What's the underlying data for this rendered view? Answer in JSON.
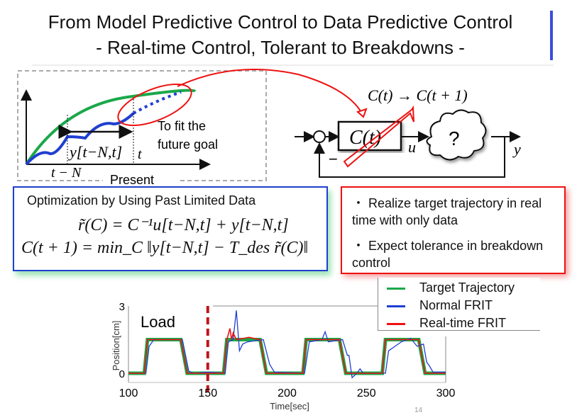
{
  "slide": {
    "title_line1": "From Model Predictive Control  to Data Predictive Control",
    "title_line2": "- Real-time Control, Tolerant to Breakdowns -",
    "page_number": "14"
  },
  "left_diagram": {
    "window_label": "y[t−N,t]",
    "t_minus_n": "t − N",
    "t": "t",
    "present": "Present",
    "callout_line1": "To fit the",
    "callout_line2": "future goal"
  },
  "control_diagram": {
    "update_label": "C(t) → C(t + 1)",
    "controller": "C(t)",
    "input_label": "u",
    "plant": "?",
    "output_label": "y",
    "minus": "−"
  },
  "optimization": {
    "heading": "Optimization by Using Past Limited Data",
    "eq1": "r̃(C) = C⁻¹u[t−N,t] + y[t−N,t]",
    "eq2": "C(t + 1) = min_C ‖y[t−N,t] − T_des r̃(C)‖"
  },
  "benefits": {
    "item1": "・ Realize target trajectory in real time with only data",
    "item2": "・ Expect tolerance in breakdown control"
  },
  "colors": {
    "target": "#1aa84a",
    "normal": "#1f3fd0",
    "realtime": "#ee1111",
    "load": "#c0141a"
  },
  "chart_data": {
    "type": "line",
    "xlabel": "Time[sec]",
    "ylabel": "Position[cm]",
    "xlim": [
      100,
      300
    ],
    "ylim": [
      -0.3,
      3
    ],
    "xticks": [
      "100",
      "150",
      "200",
      "250",
      "300"
    ],
    "yticks": [
      "0",
      "3"
    ],
    "annotation": "Load",
    "load_time": 150,
    "legend": [
      "Target Trajectory",
      "Normal FRIT",
      "Real-time FRIT"
    ],
    "legend_position": "top-right",
    "series": [
      {
        "name": "Target Trajectory",
        "x": [
          100,
          110,
          112,
          133,
          137,
          160,
          162,
          183,
          187,
          210,
          212,
          233,
          237,
          260,
          262,
          283,
          287,
          300
        ],
        "y": [
          0,
          0,
          1.5,
          1.5,
          0,
          0,
          1.5,
          1.5,
          0,
          0,
          1.5,
          1.5,
          0,
          0,
          1.5,
          1.5,
          0,
          0
        ]
      },
      {
        "name": "Normal FRIT",
        "x": [
          100,
          111,
          113,
          116,
          134,
          138,
          141,
          150,
          161,
          163,
          166,
          168,
          170,
          172,
          175,
          185,
          189,
          192,
          211,
          214,
          222,
          224,
          226,
          235,
          238,
          239,
          241,
          244,
          246,
          248,
          260,
          262,
          264,
          268,
          272,
          278,
          282,
          286,
          288,
          290,
          292,
          300
        ],
        "y": [
          0,
          0,
          1.2,
          1.5,
          1.5,
          0.1,
          0,
          0.05,
          0,
          1.4,
          1.5,
          2.8,
          1.0,
          1.3,
          1.4,
          1.5,
          0.4,
          0.05,
          0,
          1.4,
          1.5,
          1.85,
          1.4,
          1.5,
          0.8,
          0.8,
          -0.2,
          0,
          0.2,
          0.0,
          0,
          0,
          1.0,
          1.2,
          1.4,
          1.55,
          1.2,
          1.3,
          0.5,
          0.3,
          0.05,
          0.05
        ]
      },
      {
        "name": "Real-time FRIT",
        "x": [
          100,
          110,
          112,
          133,
          137,
          160,
          162,
          164,
          165,
          166,
          168,
          176,
          183,
          187,
          210,
          212,
          233,
          237,
          260,
          262,
          283,
          287,
          300
        ],
        "y": [
          0,
          0,
          1.5,
          1.5,
          0,
          0,
          1.5,
          2.0,
          1.5,
          1.8,
          1.5,
          1.6,
          1.5,
          0,
          0,
          1.5,
          1.5,
          0,
          0,
          1.5,
          1.5,
          0,
          0
        ]
      }
    ]
  }
}
